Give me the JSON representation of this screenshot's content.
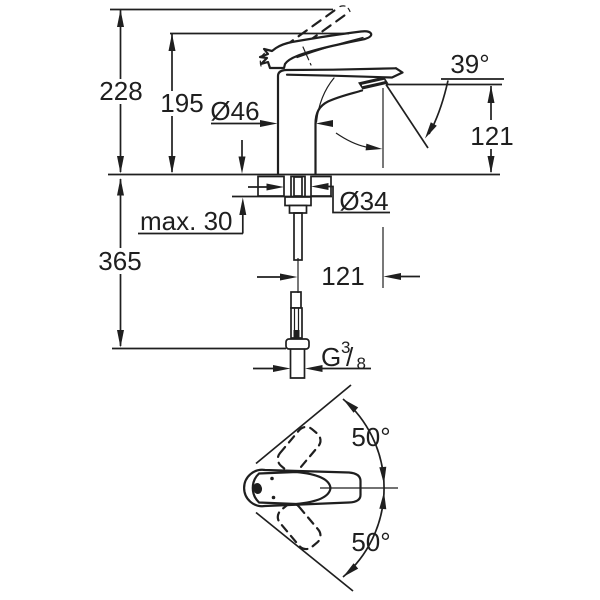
{
  "colors": {
    "line": "#1f1f1f",
    "background": "#ffffff"
  },
  "side_view": {
    "overall_height": "228",
    "lever_tip_height": "195",
    "body_diameter": "Ø46",
    "spout_angle": "39°",
    "outlet_height": "121",
    "max_deck_thickness": "max. 30",
    "hole_diameter": "Ø34",
    "supply_length": "365",
    "spout_reach": "121",
    "thread_prefix": "G",
    "thread_numerator": "3",
    "thread_slash": "/",
    "thread_denominator": "8"
  },
  "top_view": {
    "swivel_angle_upper": "50°",
    "swivel_angle_lower": "50°"
  }
}
